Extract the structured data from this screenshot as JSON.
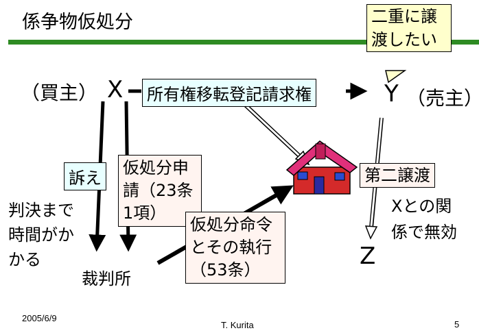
{
  "title": "係争物仮処分",
  "bubble_text": "二重に譲渡したい",
  "buyer_label": "（買主）",
  "x_party": "X",
  "y_party": "Y",
  "seller_label": "（売主）",
  "z_party": "Z",
  "right_box": "所有権移転登記請求権",
  "suit_box": "訴え",
  "application_box": "仮処分申請（23条1項）",
  "order_box": "仮処分命令とその執行（53条）",
  "second_transfer_box": "第二譲渡",
  "court_label": "裁判所",
  "left_note": "判決まで時間がかかる",
  "relation_note": "Xとの関係で無効",
  "footer": {
    "date": "2005/6/9",
    "author": "T. Kurita",
    "page": "5"
  }
}
